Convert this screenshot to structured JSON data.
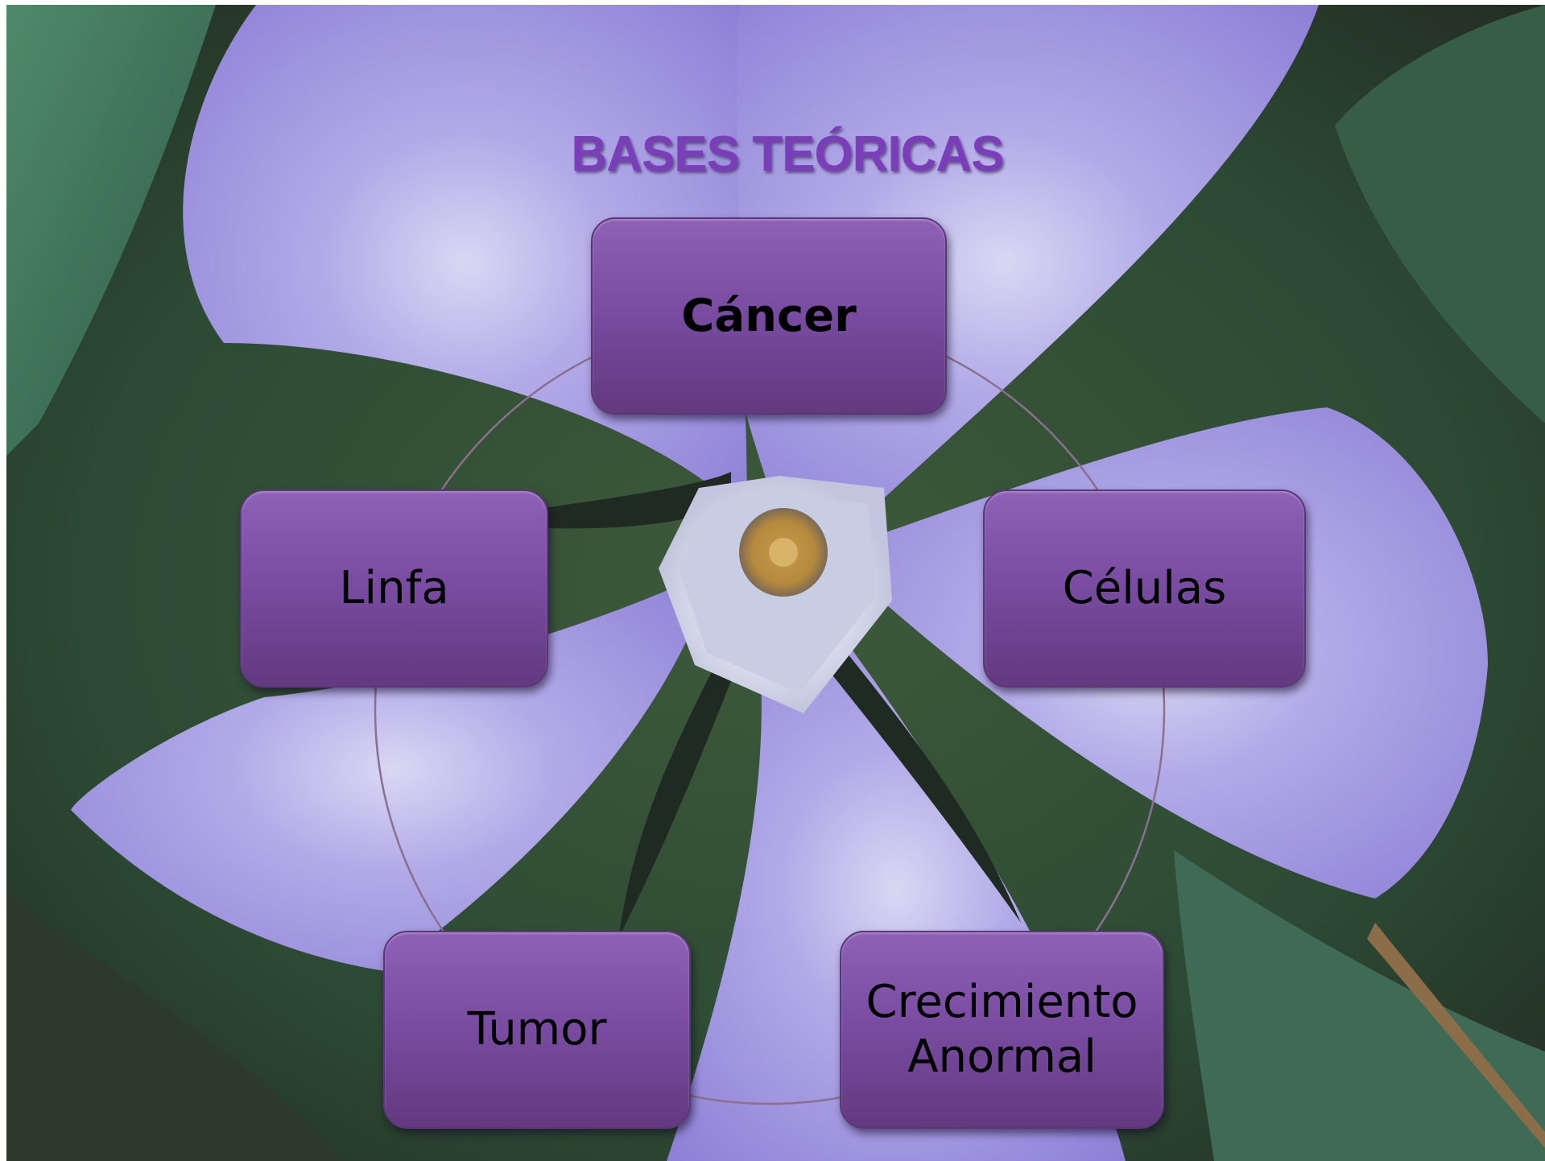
{
  "slide": {
    "title": "BASES TEÓRICAS",
    "title_color": "#7a3fb8",
    "background": "periwinkle-flower-photo"
  },
  "diagram": {
    "type": "cycle",
    "node_color": "#7a4da3",
    "connector_color": "#8a6f8f",
    "nodes": [
      {
        "id": "cancer",
        "label": "Cáncer",
        "bold": true
      },
      {
        "id": "celulas",
        "label": "Células",
        "bold": false
      },
      {
        "id": "crecimiento",
        "label_lines": [
          "Crecimiento",
          "Anormal"
        ],
        "bold": false
      },
      {
        "id": "tumor",
        "label": "Tumor",
        "bold": false
      },
      {
        "id": "linfa",
        "label": "Linfa",
        "bold": false
      }
    ]
  }
}
